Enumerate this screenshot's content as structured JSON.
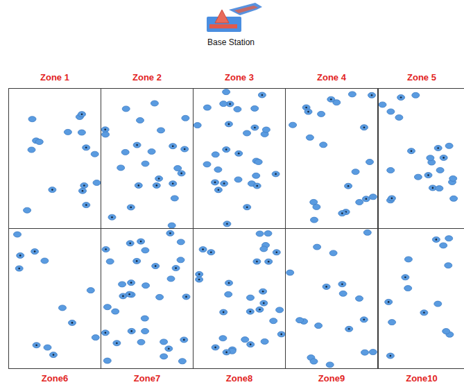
{
  "diagram": {
    "nodes": [
      {
        "text": [
          "Zone 1"
        ]
      },
      {
        "text": [
          "Zone 2"
        ]
      },
      {
        "text": [
          "Zone 3"
        ]
      },
      {
        "text": [
          "Zone 4"
        ]
      },
      {
        "text": [
          "Zone 5"
        ]
      },
      {
        "text": [
          "Zone6"
        ]
      },
      {
        "text": [
          "Zone7"
        ]
      },
      {
        "text": [
          "Zone8"
        ]
      },
      {
        "text": [
          "Zone9"
        ]
      },
      {
        "text": [
          "Zone10"
        ]
      }
    ],
    "labels": [
      "Base Station"
    ]
  }
}
